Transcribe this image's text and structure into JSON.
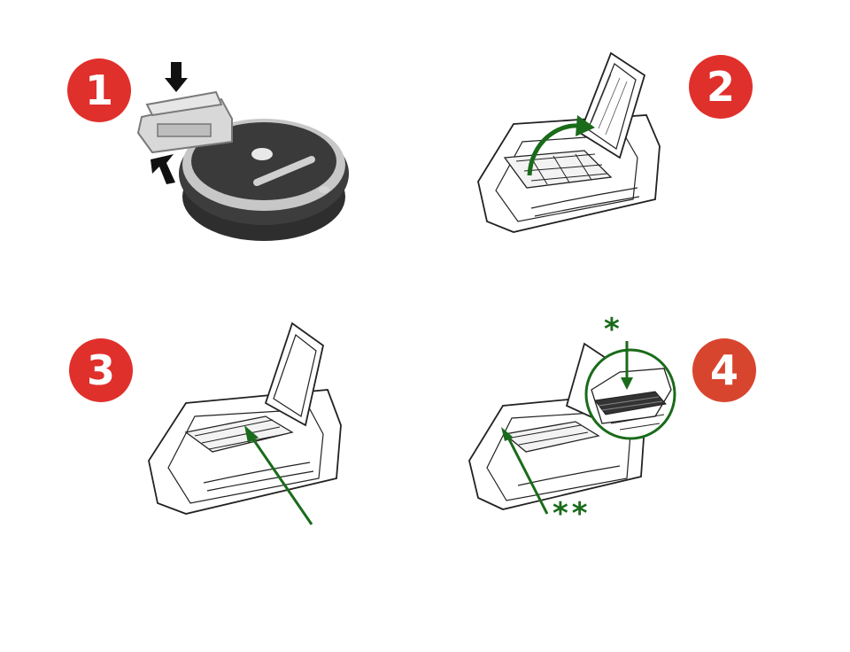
{
  "steps": [
    {
      "number": "1",
      "color": "#e0302c"
    },
    {
      "number": "2",
      "color": "#e0302c"
    },
    {
      "number": "3",
      "color": "#e0302c"
    },
    {
      "number": "4",
      "color": "#d8452e"
    }
  ],
  "annotations": {
    "single_star": "*",
    "double_star": "**"
  },
  "colors": {
    "arrow_green": "#1a6b1a",
    "line_art": "#222222",
    "robot_dark": "#3a3a3a",
    "robot_ring": "#b9b9b9"
  }
}
